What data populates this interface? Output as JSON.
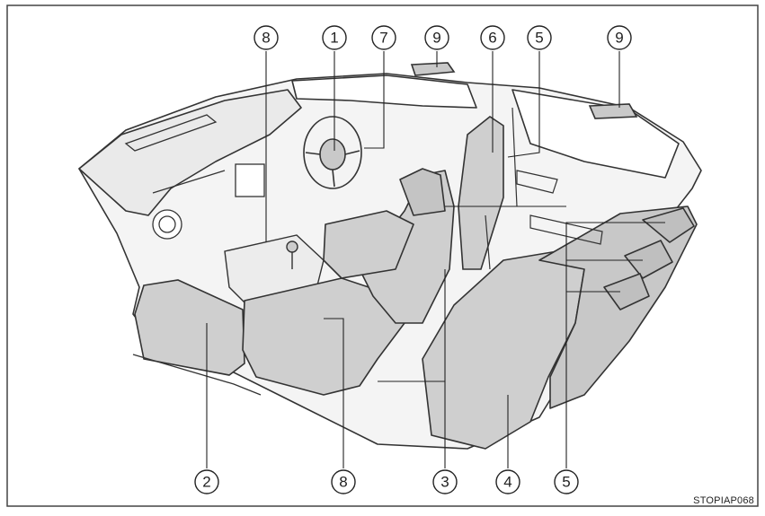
{
  "callouts": {
    "top": [
      "8",
      "1",
      "7",
      "9",
      "6",
      "5",
      "9"
    ],
    "bottom": [
      "2",
      "8",
      "3",
      "4",
      "5"
    ]
  },
  "image_code": "STOPIAP068",
  "colors": {
    "line": "#333333",
    "seat": "#cfcfcf",
    "seat_dark": "#b5b5b5",
    "body": "#f4f4f4"
  }
}
